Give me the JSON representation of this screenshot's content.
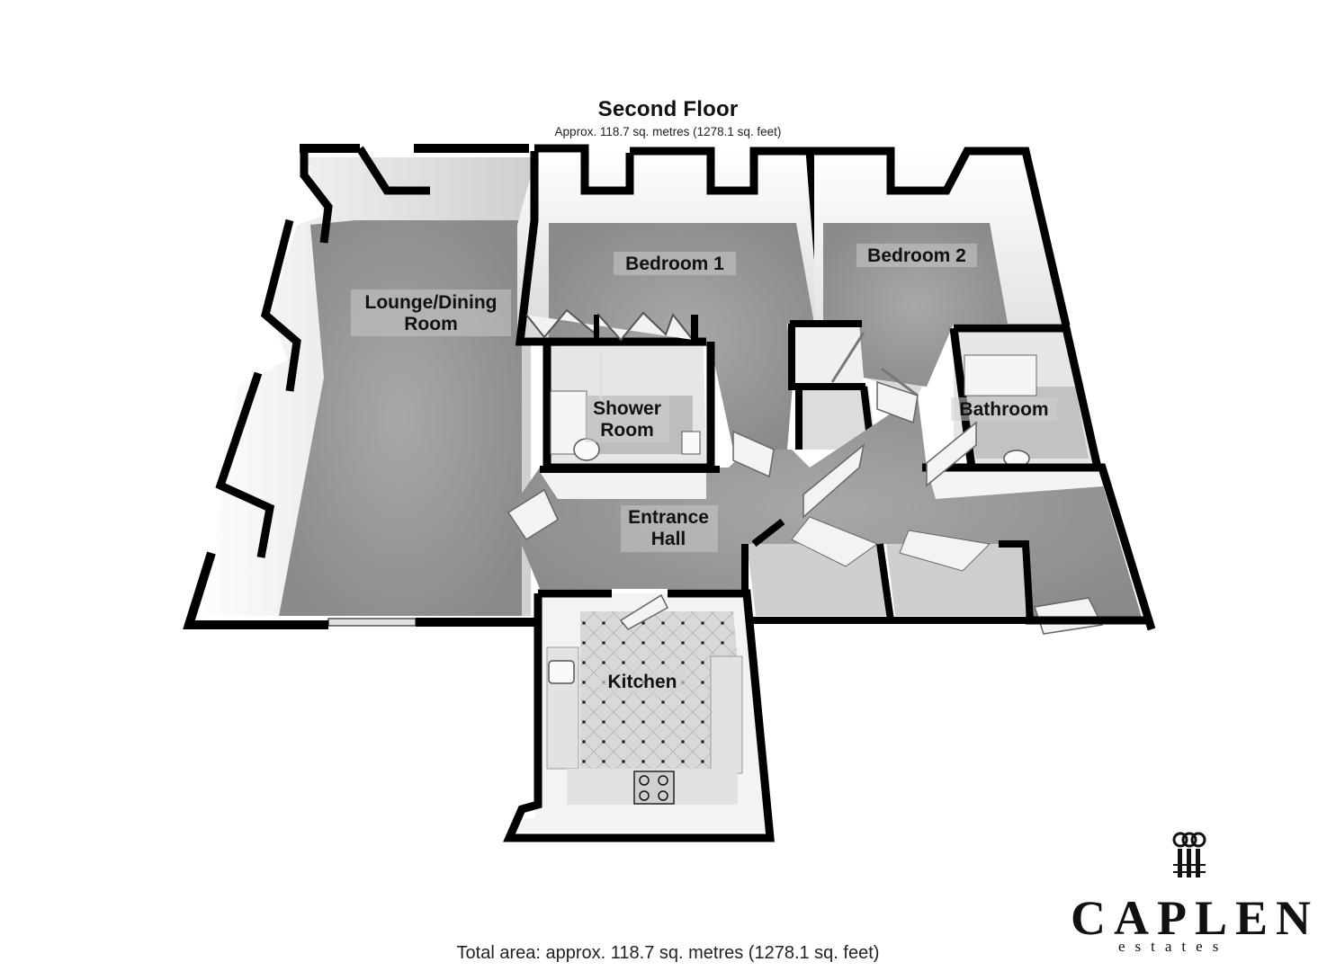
{
  "plan": {
    "floor_title": "Second Floor",
    "floor_area": "Approx. 118.7 sq. metres (1278.1 sq. feet)",
    "total_area": "Total area: approx. 118.7 sq. metres (1278.1 sq. feet)"
  },
  "rooms": {
    "lounge": [
      "Lounge/Dining",
      "Room"
    ],
    "bedroom1": [
      "Bedroom 1"
    ],
    "bedroom2": [
      "Bedroom 2"
    ],
    "shower": [
      "Shower",
      "Room"
    ],
    "bathroom": [
      "Bathroom"
    ],
    "hall": [
      "Entrance",
      "Hall"
    ],
    "kitchen": [
      "Kitchen"
    ]
  },
  "brand": {
    "name": "CAPLEN",
    "tagline": "estates"
  },
  "colors": {
    "wall": "#000000",
    "floor": "#9a9a9a",
    "label_bg": "#c8c8c8",
    "text": "#111111"
  }
}
